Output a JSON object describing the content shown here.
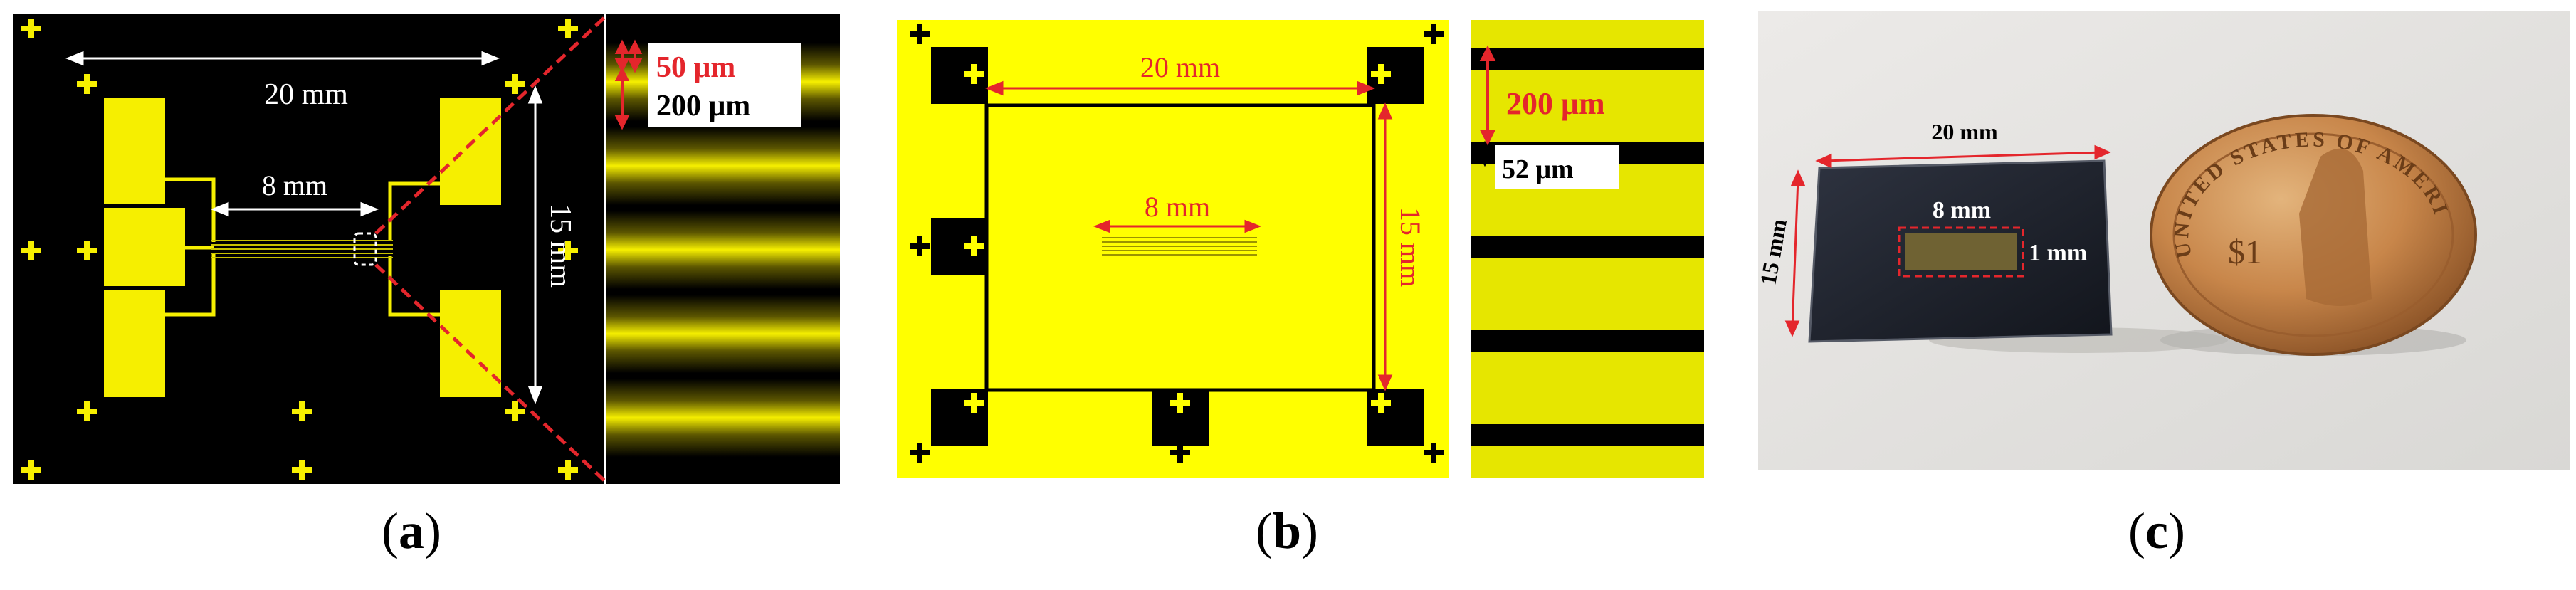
{
  "colors": {
    "yellow": "#f6ef00",
    "bright_yellow": "#ffff00",
    "black": "#000000",
    "red": "#e4262c",
    "white": "#ffffff",
    "photo_background": "#e9e9e7",
    "coin": "#c8864a"
  },
  "panel_a": {
    "label_width": "20 mm",
    "label_gap": "8 mm",
    "label_height": "15 mm",
    "zoom": {
      "label_line_width": "50 μm",
      "label_period": "200 μm"
    },
    "caption": {
      "open": "(",
      "letter": "a",
      "close": ")"
    }
  },
  "panel_b": {
    "label_width": "20 mm",
    "label_gap": "8 mm",
    "label_height": "15 mm",
    "zoom": {
      "label_period": "200 μm",
      "label_line_width": "52 μm"
    },
    "caption": {
      "open": "(",
      "letter": "b",
      "close": ")"
    }
  },
  "panel_c": {
    "label_width": "20 mm",
    "label_height": "15 mm",
    "label_gap": "8 mm",
    "label_channel": "1 mm",
    "coin_text": "UNITED STATES OF AMERICA",
    "coin_value": "$1",
    "caption": {
      "open": "(",
      "letter": "c",
      "close": ")"
    }
  }
}
